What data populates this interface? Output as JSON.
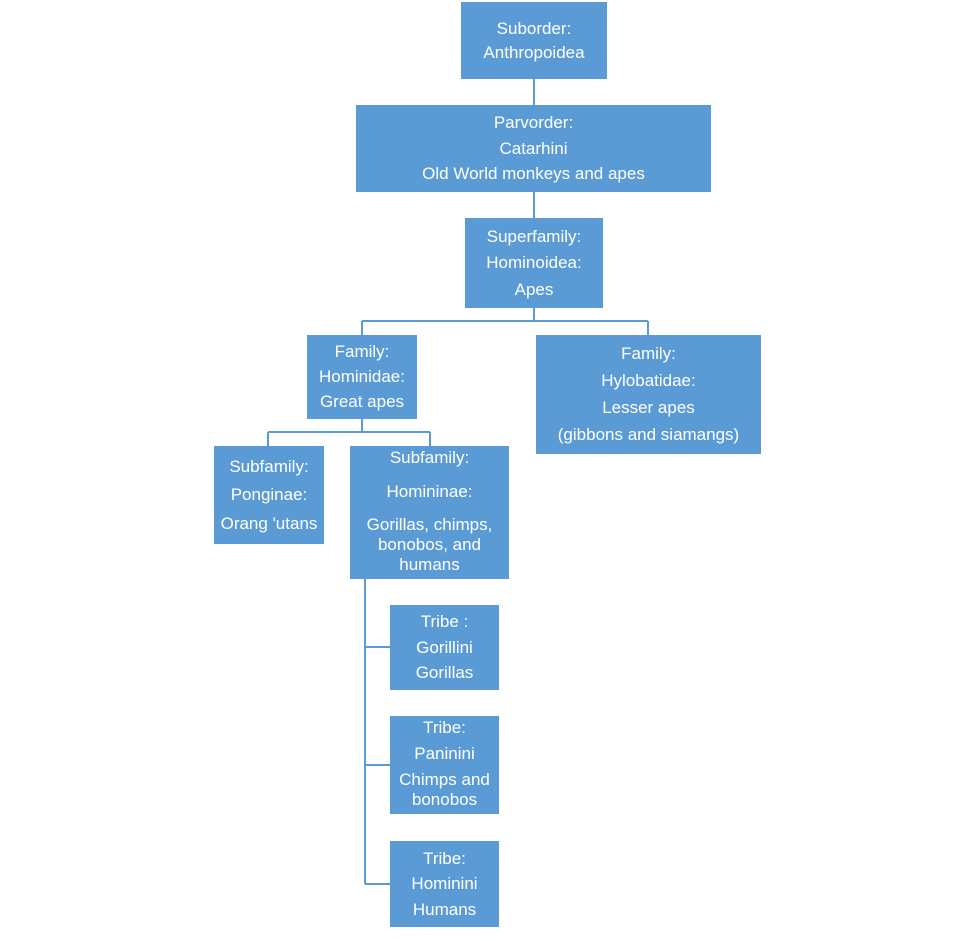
{
  "nodes": {
    "suborder": {
      "lines": [
        "Suborder:",
        "Anthropoidea"
      ]
    },
    "parvorder": {
      "lines": [
        "Parvorder:",
        "Catarhini",
        "Old World monkeys and apes"
      ]
    },
    "superfamily": {
      "lines": [
        "Superfamily:",
        "Hominoidea:",
        "Apes"
      ]
    },
    "hominidae": {
      "lines": [
        "Family:",
        "Hominidae:",
        "Great apes"
      ]
    },
    "hylobatidae": {
      "lines": [
        "Family:",
        "Hylobatidae:",
        "Lesser apes",
        "(gibbons and siamangs)"
      ]
    },
    "ponginae": {
      "lines": [
        "Subfamily:",
        "Ponginae:",
        "Orang 'utans"
      ]
    },
    "homininae": {
      "lines": [
        "Subfamily:",
        "Homininae:",
        "Gorillas, chimps, bonobos, and humans"
      ]
    },
    "gorillini": {
      "lines": [
        "Tribe :",
        "Gorillini",
        "Gorillas"
      ]
    },
    "panini": {
      "lines": [
        "Tribe:",
        "Paninini",
        "Chimps and bonobos"
      ]
    },
    "hominini": {
      "lines": [
        "Tribe:",
        "Hominini",
        "Humans"
      ]
    }
  },
  "edges": [
    [
      "suborder",
      "parvorder"
    ],
    [
      "parvorder",
      "superfamily"
    ],
    [
      "superfamily",
      "hominidae"
    ],
    [
      "superfamily",
      "hylobatidae"
    ],
    [
      "hominidae",
      "ponginae"
    ],
    [
      "hominidae",
      "homininae"
    ],
    [
      "homininae",
      "gorillini"
    ],
    [
      "homininae",
      "panini"
    ],
    [
      "homininae",
      "hominini"
    ]
  ],
  "colors": {
    "box_fill": "#5b9bd5",
    "box_text": "#ffffff",
    "connector": "#5b9bd5"
  }
}
